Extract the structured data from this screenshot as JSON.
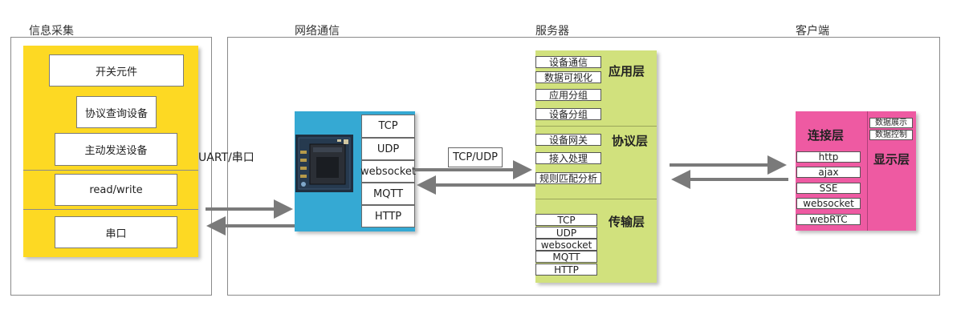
{
  "sections": {
    "collect": "信息采集",
    "network": "网络通信",
    "server": "服务器",
    "client": "客户端"
  },
  "collect_items": {
    "switch": "开关元件",
    "query": "协议查询设备",
    "active": "主动发送设备",
    "readwrite": "read/write",
    "serial": "串口"
  },
  "uart_label": "UART/串口",
  "device_protocols": [
    "TCP",
    "UDP",
    "websocket",
    "MQTT",
    "HTTP"
  ],
  "tcpudp_label": "TCP/UDP",
  "server": {
    "app_layer": {
      "title": "应用层",
      "items": [
        "设备通信",
        "数据可视化",
        "应用分组",
        "设备分组"
      ]
    },
    "protocol_layer": {
      "title": "协议层",
      "items": [
        "设备网关",
        "接入处理",
        "规则匹配分析"
      ]
    },
    "transport_layer": {
      "title": "传输层",
      "items": [
        "TCP",
        "UDP",
        "websocket",
        "MQTT",
        "HTTP"
      ]
    }
  },
  "client": {
    "connection_layer": {
      "title": "连接层",
      "items": [
        "http",
        "ajax",
        "SSE",
        "websocket",
        "webRTC"
      ]
    },
    "display_layer": {
      "title": "显示层",
      "items": [
        "数据展示",
        "数据控制"
      ]
    }
  },
  "colors": {
    "collect_bg": "#FDD923",
    "device_bg": "#35A9D3",
    "server_bg": "#D1E17D",
    "client_bg": "#EE5AA2",
    "arrow": "#7a7a7a"
  }
}
